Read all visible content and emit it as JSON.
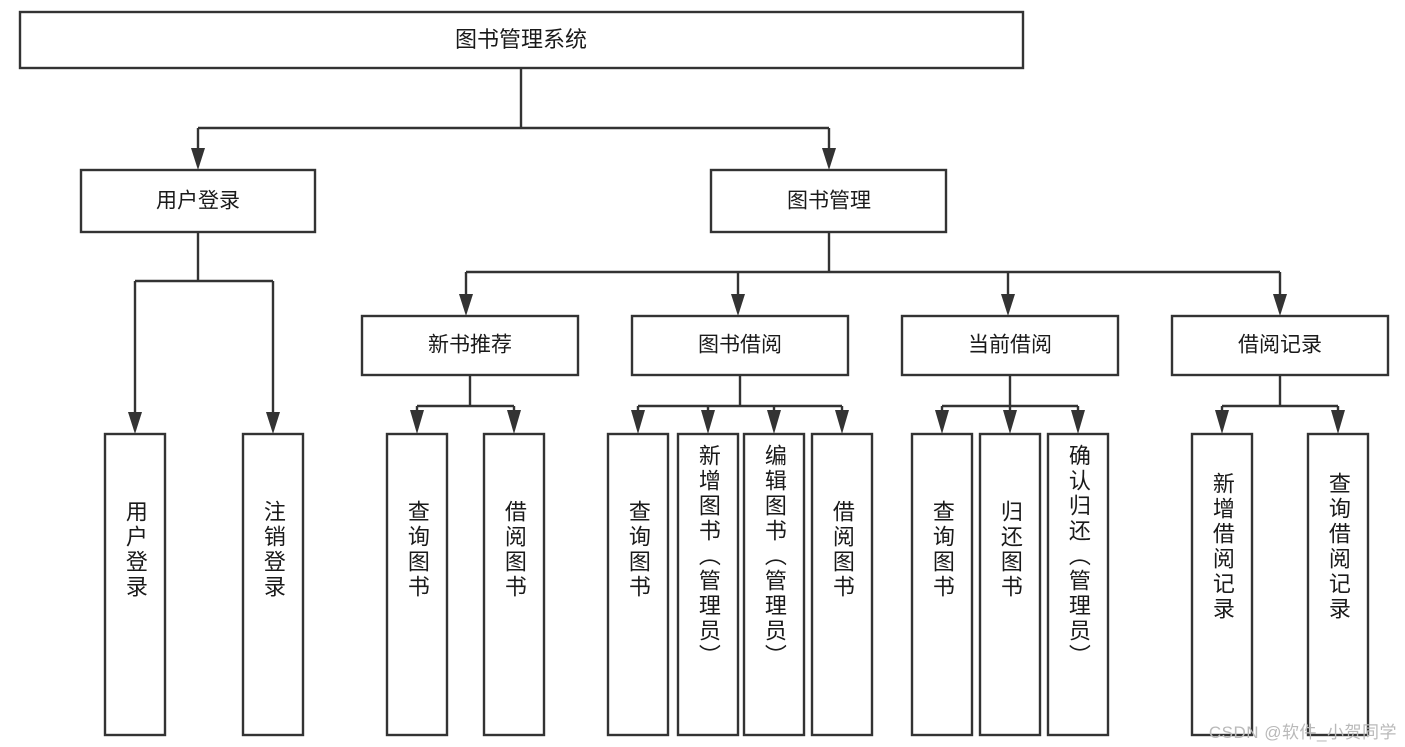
{
  "diagram": {
    "title": "图书管理系统",
    "watermark": "CSDN @软件_小贺同学",
    "type": "tree",
    "colors": {
      "box_stroke": "#333333",
      "box_fill": "#ffffff",
      "text": "#1a1a1a",
      "connector": "#333333",
      "watermark": "#b9b9b9",
      "background": "#ffffff"
    },
    "levels": {
      "level1": [
        {
          "id": "root",
          "label": "图书管理系统",
          "orientation": "horizontal"
        }
      ],
      "level2": [
        {
          "id": "login",
          "label": "用户登录",
          "orientation": "horizontal",
          "parent": "root"
        },
        {
          "id": "bookmgmt",
          "label": "图书管理",
          "orientation": "horizontal",
          "parent": "root"
        }
      ],
      "level3": [
        {
          "id": "newbook",
          "label": "新书推荐",
          "orientation": "horizontal",
          "parent": "bookmgmt"
        },
        {
          "id": "borrow",
          "label": "图书借阅",
          "orientation": "horizontal",
          "parent": "bookmgmt"
        },
        {
          "id": "current",
          "label": "当前借阅",
          "orientation": "horizontal",
          "parent": "bookmgmt"
        },
        {
          "id": "records",
          "label": "借阅记录",
          "orientation": "horizontal",
          "parent": "bookmgmt"
        }
      ],
      "leaves": [
        {
          "id": "leaf-user-login",
          "label": "用户登录",
          "orientation": "vertical",
          "parent": "login"
        },
        {
          "id": "leaf-user-logout",
          "label": "注销登录",
          "orientation": "vertical",
          "parent": "login"
        },
        {
          "id": "leaf-query-book-1",
          "label": "查询图书",
          "orientation": "vertical",
          "parent": "newbook"
        },
        {
          "id": "leaf-borrow-book-1",
          "label": "借阅图书",
          "orientation": "vertical",
          "parent": "newbook"
        },
        {
          "id": "leaf-query-book-2",
          "label": "查询图书",
          "orientation": "vertical",
          "parent": "borrow"
        },
        {
          "id": "leaf-add-book",
          "label": "新增图书（管理员）",
          "orientation": "vertical",
          "parent": "borrow"
        },
        {
          "id": "leaf-edit-book",
          "label": "编辑图书（管理员）",
          "orientation": "vertical",
          "parent": "borrow"
        },
        {
          "id": "leaf-borrow-book-2",
          "label": "借阅图书",
          "orientation": "vertical",
          "parent": "borrow"
        },
        {
          "id": "leaf-query-book-3",
          "label": "查询图书",
          "orientation": "vertical",
          "parent": "current"
        },
        {
          "id": "leaf-return-book",
          "label": "归还图书",
          "orientation": "vertical",
          "parent": "current"
        },
        {
          "id": "leaf-confirm-return",
          "label": "确认归还（管理员）",
          "orientation": "vertical",
          "parent": "current"
        },
        {
          "id": "leaf-add-record",
          "label": "新增借阅记录",
          "orientation": "vertical",
          "parent": "records"
        },
        {
          "id": "leaf-query-record",
          "label": "查询借阅记录",
          "orientation": "vertical",
          "parent": "records"
        }
      ]
    }
  }
}
